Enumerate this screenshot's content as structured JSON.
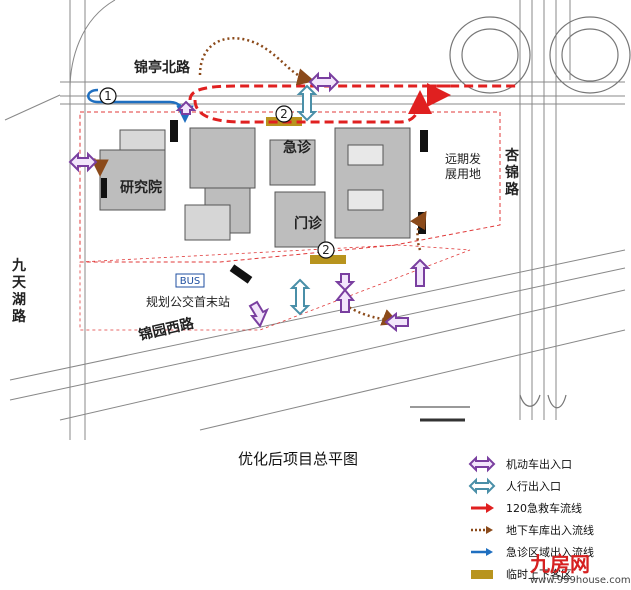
{
  "roads": {
    "north": "锦亭北路",
    "west": "九天湖路",
    "east": "杏锦路",
    "south": "锦园西路"
  },
  "buildings": {
    "research": "研究院",
    "emergency": "急诊",
    "outpatient": "门诊",
    "future": "远期发展用地"
  },
  "bus": {
    "sign": "BUS",
    "label": "规划公交首末站"
  },
  "markers": {
    "m1": "1",
    "m2a": "2",
    "m2b": "2"
  },
  "title": "优化后项目总平图",
  "legend": [
    {
      "icon": "vehicle-entrance-arrow-icon",
      "label": "机动车出入口",
      "color": "#7a3fa0"
    },
    {
      "icon": "pedestrian-entrance-arrow-icon",
      "label": "人行出入口",
      "color": "#4a8fa8"
    },
    {
      "icon": "ambulance-route-arrow-icon",
      "label": "120急救车流线",
      "color": "#e02020"
    },
    {
      "icon": "garage-route-arrow-icon",
      "label": "地下车库出入流线",
      "color": "#8b4a1a"
    },
    {
      "icon": "emergency-route-arrow-icon",
      "label": "急诊区域出入流线",
      "color": "#1f6fc0"
    },
    {
      "icon": "temp-parking-swatch-icon",
      "label": "临时上下客区",
      "color": "#b8941e"
    }
  ],
  "watermark": {
    "logo": "九房网",
    "url": "www.999house.com"
  }
}
